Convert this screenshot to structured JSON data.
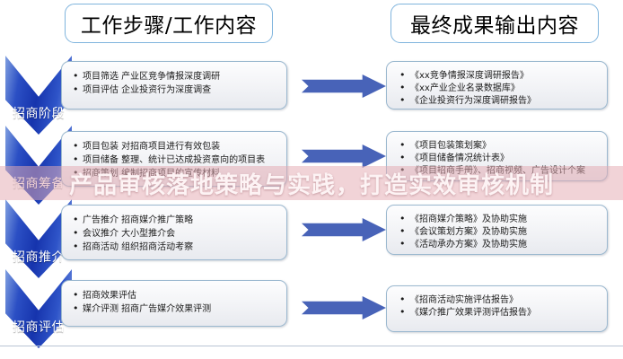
{
  "headers": {
    "left": "工作步骤/工作内容",
    "right": "最终成果输出内容"
  },
  "stages": [
    {
      "label": "招商阶段"
    },
    {
      "label": "招商筹备"
    },
    {
      "label": "招商推介"
    },
    {
      "label": "招商评估"
    }
  ],
  "rows": [
    {
      "steps": [
        "项目筛选 产业区竞争情报深度调研",
        "项目评估 企业投资行为深度调查"
      ],
      "outputs": [
        "《xx竞争情报深度调研报告》",
        "《xx产业企业名录数据库》",
        "《企业投资行为深度调研报告》"
      ]
    },
    {
      "steps": [
        "项目包装 对招商项目进行有效包装",
        "项目储备 整理、统计已达成投资意向的项目表",
        "招商策划 编制招商项目的宣传材料"
      ],
      "outputs": [
        "《项目包装策划案》",
        "《项目储备情况统计表》",
        "《项目招商手册》、招商视频、广告设计个案"
      ]
    },
    {
      "steps": [
        "广告推介 招商媒介推广策略",
        "会议推介 大小型推介会",
        "招商活动 组织招商活动考察"
      ],
      "outputs": [
        "《招商媒介策略》及协助实施",
        "《会议策划方案》及协助实施",
        "《活动承办方案》及协助实施"
      ]
    },
    {
      "steps": [
        "招商效果评估",
        "媒介评测 招商广告媒介效果评测"
      ],
      "outputs": [
        "《招商活动实施评估报告》",
        "《媒介推广效果评测评估报告》"
      ]
    }
  ],
  "watermark": {
    "text": "产品审核落地策略与实践，打造实效审核机制"
  },
  "colors": {
    "chevron_blue": "#1634ad",
    "arrow_blue": "#4863b8",
    "header_border": "#7fb4dd",
    "box_border": "#9bb8cf",
    "watermark_band": "#e4aab2"
  }
}
